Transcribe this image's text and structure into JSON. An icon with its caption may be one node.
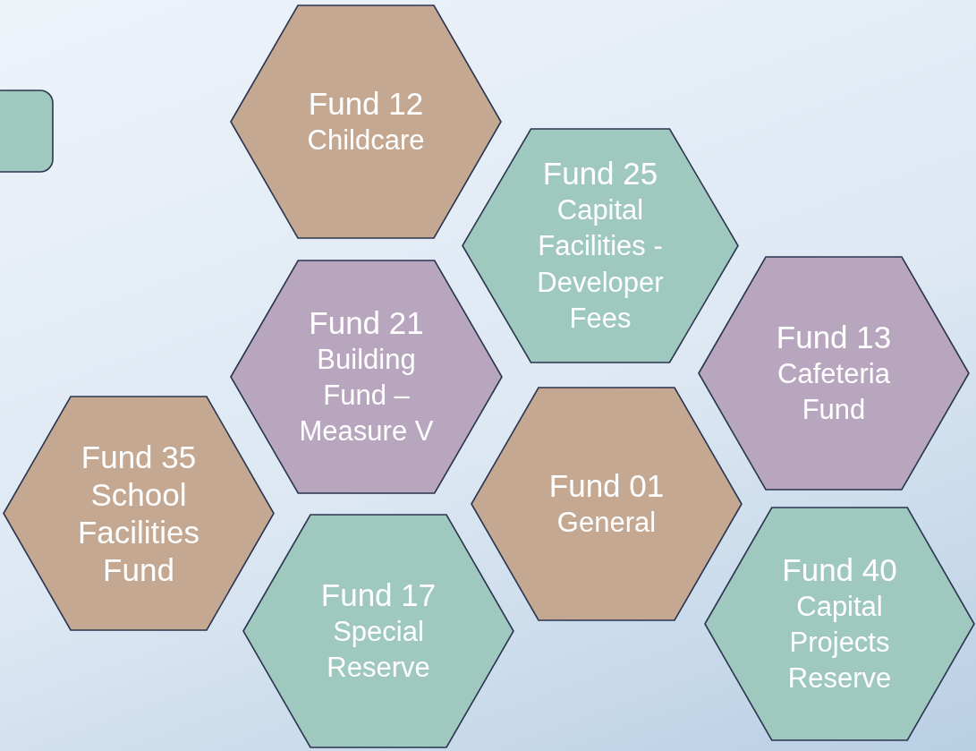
{
  "diagram": {
    "nodes": [
      {
        "text": [
          "Fund 12",
          "Childcare"
        ]
      },
      {
        "text": [],
        "shape": "box"
      },
      {
        "text": [
          "Fund 25",
          "Capital Facilities - Developer Fees"
        ]
      },
      {
        "text": [
          "Fund 13",
          "Cafeteria Fund"
        ]
      },
      {
        "text": [
          "Fund 21",
          "Building Fund – Measure V"
        ]
      },
      {
        "text": [
          "Fund 01",
          "General"
        ]
      },
      {
        "text": [
          "Fund 35",
          "School Facilities Fund"
        ]
      },
      {
        "text": [
          "Fund 40",
          "Capital Projects Reserve"
        ]
      },
      {
        "text": [
          "Fund 17",
          "Special Reserve"
        ]
      }
    ]
  }
}
